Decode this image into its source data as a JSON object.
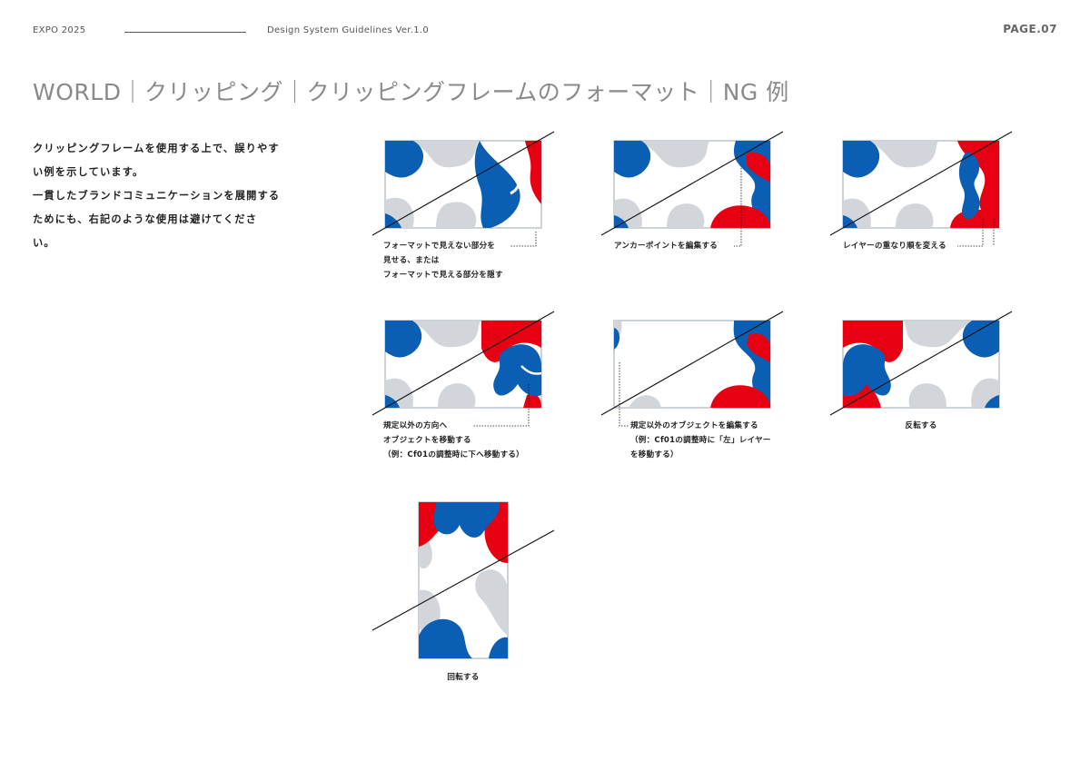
{
  "header": {
    "event": "EXPO 2025",
    "doc_title": "Design System Guidelines Ver.1.0",
    "page": "PAGE.07"
  },
  "title": "WORLD｜クリッピング｜クリッピングフレームのフォーマット｜NG 例",
  "intro": [
    "クリッピングフレームを使用する上で、誤りやす",
    "い例を示しています。",
    "一貫したブランドコミュニケーションを展開する",
    "ためにも、右記のような使用は避けてくださ",
    "い。"
  ],
  "colors": {
    "blue": "#0a5fb4",
    "red": "#e60012",
    "gray": "#d2d6da"
  },
  "examples": [
    {
      "caption": [
        "フォーマットで見えない部分を",
        "見せる、または",
        "フォーマットで見える部分を隠す"
      ]
    },
    {
      "caption": [
        "アンカーポイントを編集する"
      ]
    },
    {
      "caption": [
        "レイヤーの重なり順を変える"
      ]
    },
    {
      "caption": [
        "規定以外の方向へ",
        "オブジェクトを移動する",
        "（例：Cf01の調整時に下へ移動する）"
      ]
    },
    {
      "caption": [
        "規定以外のオブジェクトを編集する",
        "（例：Cf01の調整時に「左」レイヤー",
        "を移動する）"
      ]
    },
    {
      "caption": [
        "反転する"
      ]
    },
    {
      "caption": [
        "回転する"
      ]
    }
  ]
}
